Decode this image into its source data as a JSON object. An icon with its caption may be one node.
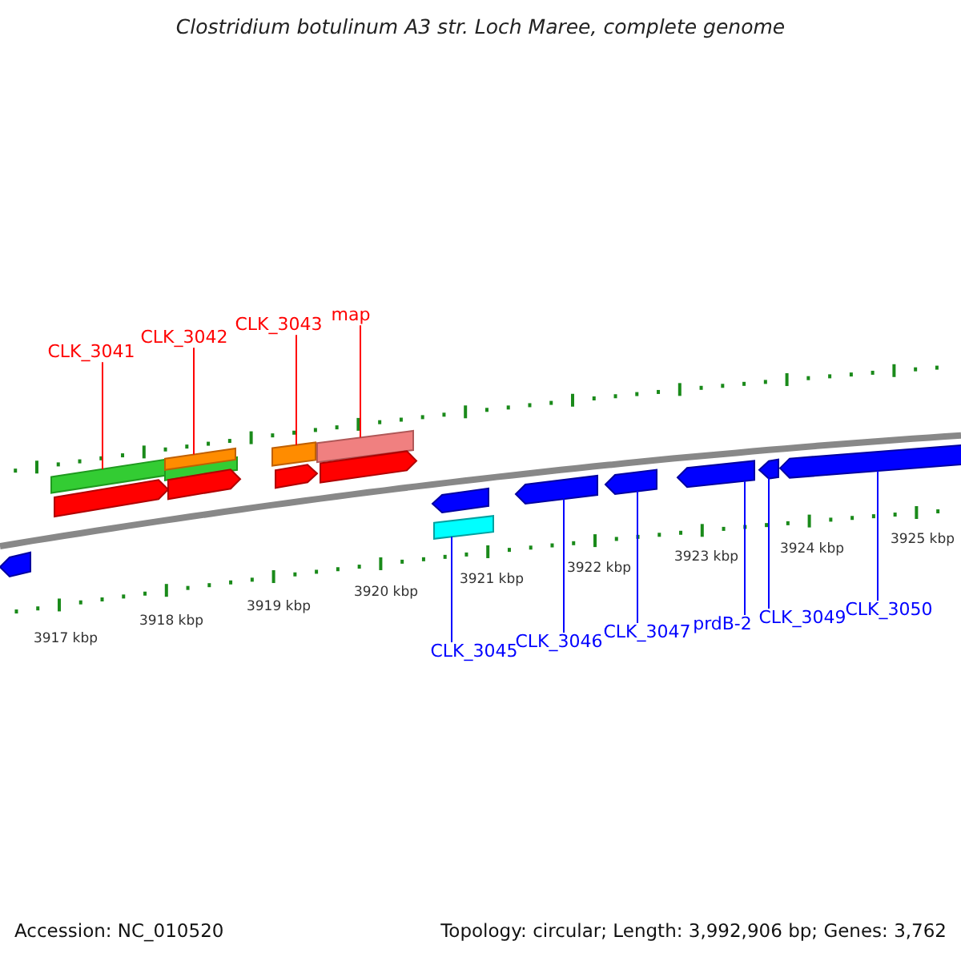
{
  "diagram": {
    "title": "Clostridium botulinum A3 str. Loch Maree, complete genome",
    "nodes": [
      {
        "text": [
          "CLK_3041"
        ]
      },
      {
        "text": [
          "CLK_3042"
        ]
      },
      {
        "text": [
          "CLK_3043"
        ]
      },
      {
        "text": [
          "map"
        ]
      },
      {
        "text": [
          "CLK_3045"
        ]
      },
      {
        "text": [
          "CLK_3046"
        ]
      },
      {
        "text": [
          "CLK_3047"
        ]
      },
      {
        "text": [
          "prdB-2"
        ]
      },
      {
        "text": [
          "CLK_3049"
        ]
      },
      {
        "text": [
          "CLK_3050"
        ]
      },
      {
        "text": [],
        "shape": "bar"
      },
      {
        "text": [],
        "shape": "bar"
      },
      {
        "text": [],
        "shape": "bar"
      },
      {
        "text": [],
        "shape": "arrow"
      },
      {
        "text": [],
        "shape": "arrow"
      },
      {
        "text": [],
        "shape": "bar"
      },
      {
        "text": [],
        "shape": "bar"
      },
      {
        "text": [],
        "shape": "arrow"
      },
      {
        "text": [],
        "shape": "arrow"
      },
      {
        "text": [],
        "shape": "arrow"
      },
      {
        "text": [],
        "shape": "arrow"
      },
      {
        "text": [],
        "shape": "bar"
      },
      {
        "text": [],
        "shape": "arrow"
      },
      {
        "text": [],
        "shape": "arrow"
      },
      {
        "text": [],
        "shape": "arrow"
      },
      {
        "text": [],
        "shape": "arrow"
      },
      {
        "text": [],
        "shape": "arrow"
      }
    ],
    "edges": [
      {
        "from": 0,
        "to": 10,
        "arrow": "none",
        "color": "#ff0000"
      },
      {
        "from": 1,
        "to": 12,
        "arrow": "none",
        "color": "#ff0000"
      },
      {
        "from": 2,
        "to": 15,
        "arrow": "none",
        "color": "#ff0000"
      },
      {
        "from": 3,
        "to": 16,
        "arrow": "none",
        "color": "#ff0000"
      },
      {
        "from": 4,
        "to": 21,
        "arrow": "none"
      },
      {
        "from": 5,
        "to": 22,
        "arrow": "none"
      },
      {
        "from": 6,
        "to": 23,
        "arrow": "none"
      },
      {
        "from": 7,
        "to": 24,
        "arrow": "none"
      },
      {
        "from": 8,
        "to": 25,
        "arrow": "none"
      },
      {
        "from": 9,
        "to": 26,
        "arrow": "none"
      }
    ],
    "labels": [
      "3917 kbp",
      "3918 kbp",
      "3919 kbp",
      "3920 kbp",
      "3921 kbp",
      "3922 kbp",
      "3923 kbp",
      "3924 kbp",
      "3925 kbp",
      "Accession: NC_010520",
      "Topology: circular; Length: 3,992,906 bp; Genes: 3,762"
    ]
  }
}
